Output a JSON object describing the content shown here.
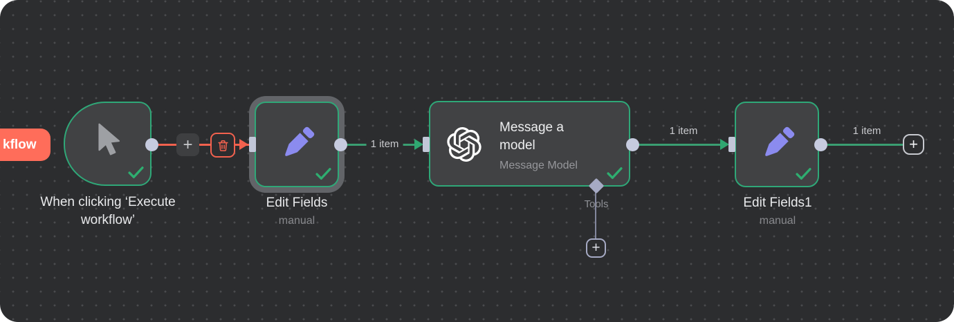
{
  "canvas": {
    "bg": "#2C2D2F",
    "dot_color": "#4A4B4E"
  },
  "execute_workflow_button": {
    "visible_label": "kflow",
    "color": "#FF6D5A"
  },
  "nodes": {
    "trigger": {
      "label": "When clicking ‘Execute workflow’",
      "icon": "cursor-icon",
      "status": "success"
    },
    "edit_fields": {
      "label": "Edit Fields",
      "sublabel": "manual",
      "icon": "pencil-icon",
      "status": "success",
      "selected": true
    },
    "openai": {
      "title": "Message a model",
      "subtitle": "Message Model",
      "icon": "openai-icon",
      "status": "success",
      "tools_port_label": "Tools"
    },
    "edit_fields_1": {
      "label": "Edit Fields1",
      "sublabel": "manual",
      "icon": "pencil-icon",
      "status": "success"
    }
  },
  "connections": {
    "trigger_to_edit_fields": {
      "state": "hovered-delete",
      "label": ""
    },
    "edit_fields_to_openai": {
      "label": "1 item"
    },
    "openai_to_edit_fields_1": {
      "label": "1 item"
    },
    "edit_fields_1_to_add": {
      "label": "1 item"
    }
  },
  "icons": {
    "plus": "+"
  },
  "colors": {
    "node_border": "#2FA878",
    "connection_green": "#3A9E71",
    "connection_hover": "#F2614E",
    "accent_icon": "#8B8BEF",
    "port": "#C6CBDF"
  }
}
